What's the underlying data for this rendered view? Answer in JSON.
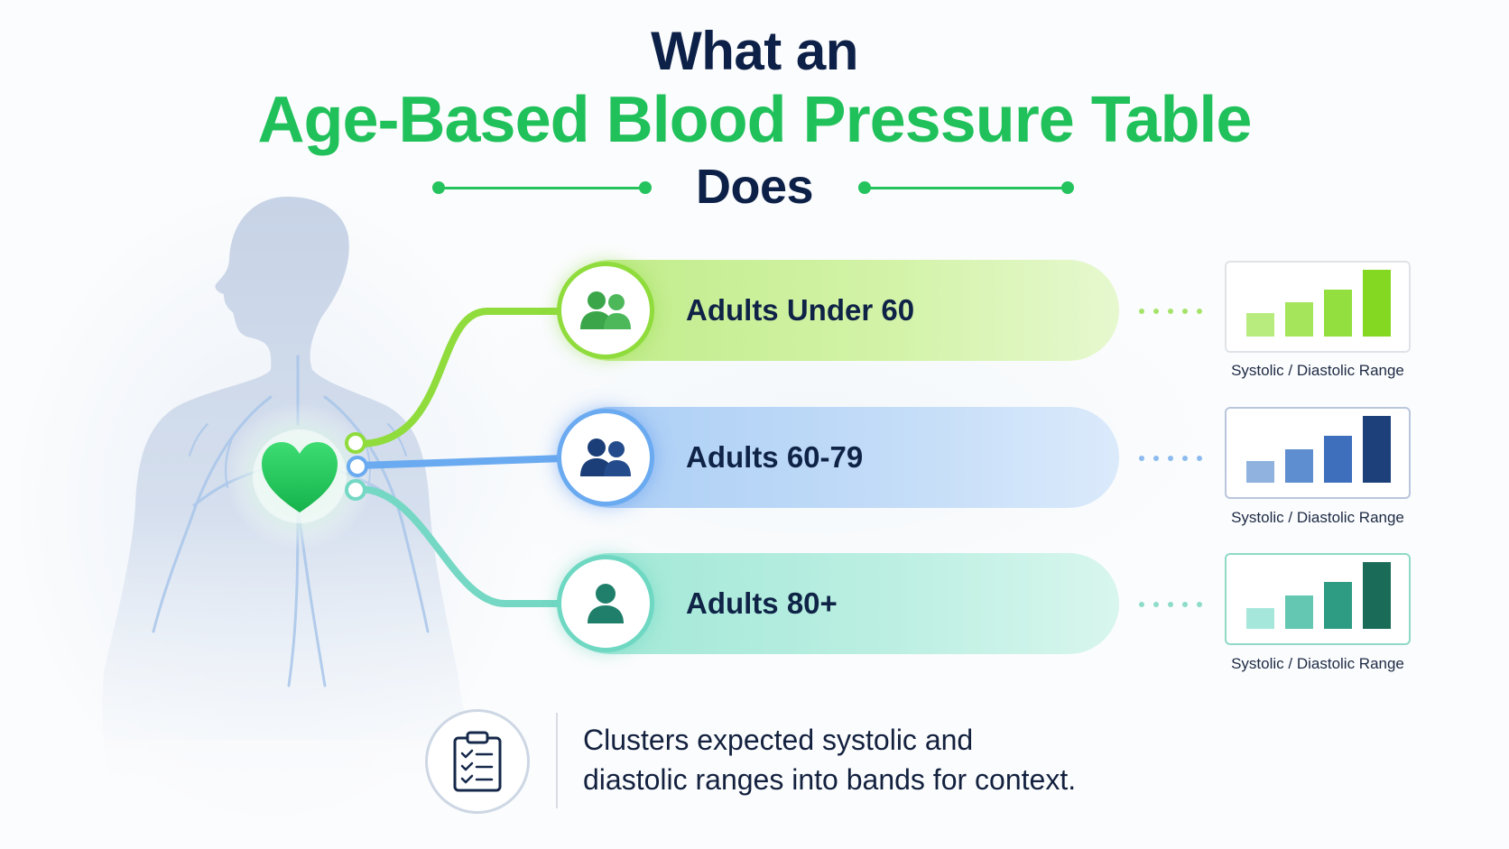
{
  "title": {
    "line1": "What an",
    "line2": "Age-Based Blood Pressure Table",
    "line3": "Does"
  },
  "groups": [
    {
      "label": "Adults Under 60",
      "icon": "two-people-icon",
      "color": "#8fdc3c",
      "chart_label": "Systolic / Diastolic Range",
      "bar_colors": [
        "#b8ec7e",
        "#a4e55c",
        "#93df3f",
        "#84d822"
      ]
    },
    {
      "label": "Adults 60-79",
      "icon": "two-people-icon",
      "color": "#5b9df0",
      "chart_label": "Systolic / Diastolic Range",
      "bar_colors": [
        "#8fb2de",
        "#5f8ed0",
        "#3d6fbc",
        "#1d3f7a"
      ]
    },
    {
      "label": "Adults 80+",
      "icon": "person-icon",
      "color": "#5fd2bd",
      "chart_label": "Systolic / Diastolic Range",
      "bar_colors": [
        "#a6e7dc",
        "#63c7b2",
        "#2e9c82",
        "#1a6b58"
      ]
    }
  ],
  "description": {
    "line1": "Clusters expected systolic and",
    "line2": "diastolic ranges into bands for context."
  },
  "colors": {
    "title_dark": "#0d2148",
    "title_green": "#20c15b",
    "heart": "#22c75a"
  }
}
